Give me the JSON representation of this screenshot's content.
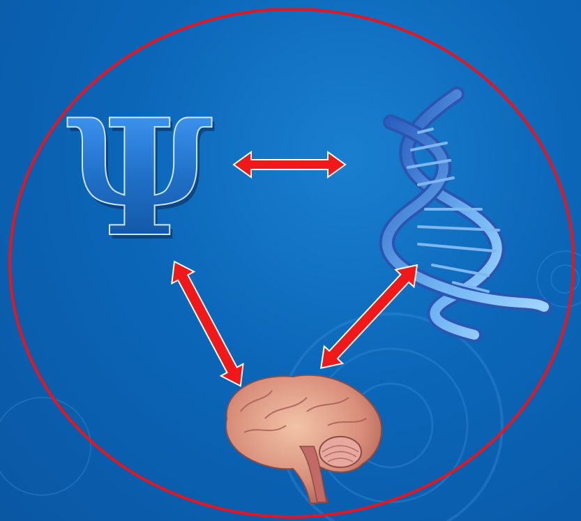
{
  "slide": {
    "colors": {
      "background": "#0b66b8",
      "ring": "#e8141e",
      "arrow": "#f01818",
      "arrow_outline": "#ffffff",
      "psi": "#1f6fc6",
      "dna": "#4f8fe0"
    },
    "psi_symbol": {
      "icon": "psi-symbol-icon",
      "glyph": "Ψ"
    },
    "dna": {
      "icon": "dna-helix-icon"
    },
    "brain": {
      "icon": "brain-icon"
    },
    "connections": [
      {
        "name": "psi-dna-arrow",
        "kind": "double-headed"
      },
      {
        "name": "psi-brain-arrow",
        "kind": "double-headed"
      },
      {
        "name": "dna-brain-arrow",
        "kind": "double-headed"
      }
    ]
  }
}
